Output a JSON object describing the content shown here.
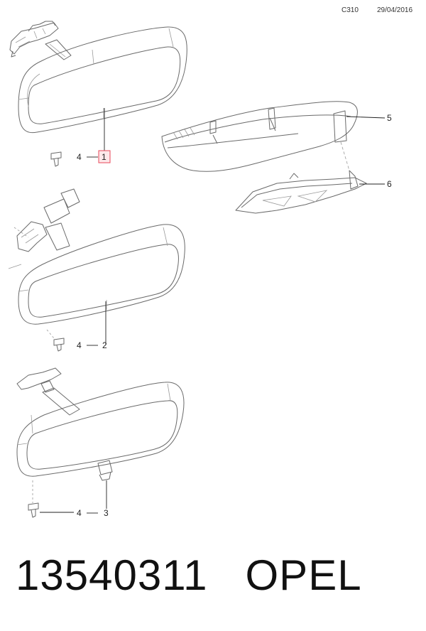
{
  "header": {
    "code": "C310",
    "date": "29/04/2016"
  },
  "callouts": {
    "c1": {
      "part": "1",
      "fastener": "4"
    },
    "c2": {
      "part": "2",
      "fastener": "4"
    },
    "c3": {
      "part": "3",
      "fastener": "4"
    },
    "c5": "5",
    "c6": "6"
  },
  "highlight_color": "#e8495b",
  "footer": {
    "part_number": "13540311",
    "brand": "OPEL"
  }
}
